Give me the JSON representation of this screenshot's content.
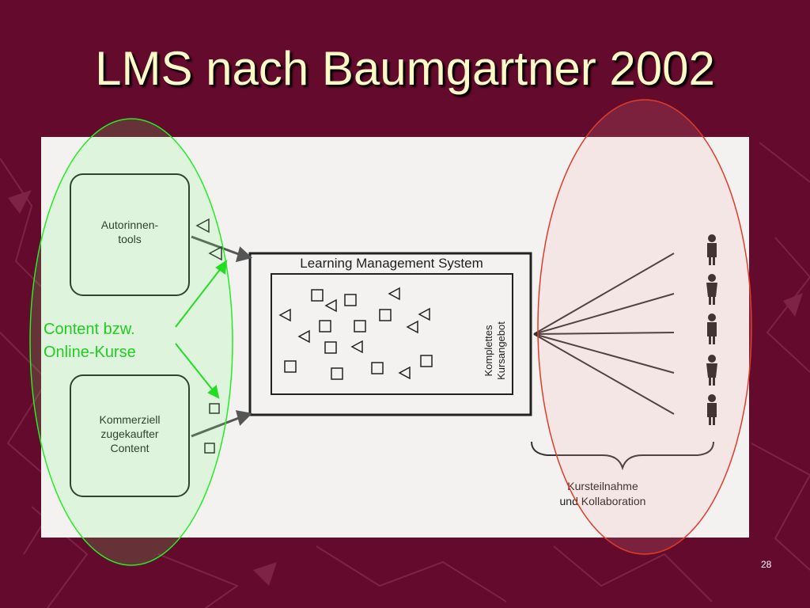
{
  "slide": {
    "title": "LMS nach Baumgartner 2002",
    "number": "28"
  },
  "diagram": {
    "authoring_tools_label": "Autorinnen-\ntools",
    "commercial_content_label": "Kommerziell\nzugekaufter\nContent",
    "lms_title": "Learning Management System",
    "course_offer_label": "Komplettes\nKursangebot",
    "participation_label": "Kursteilnahme\nund Kollaboration"
  },
  "annotation": {
    "content_note": "Content bzw.\nOnline-Kurse"
  },
  "colors": {
    "background": "#640a2c",
    "title": "#fff9c8",
    "green_highlight": "#22cc22",
    "red_highlight": "#e03c28"
  }
}
